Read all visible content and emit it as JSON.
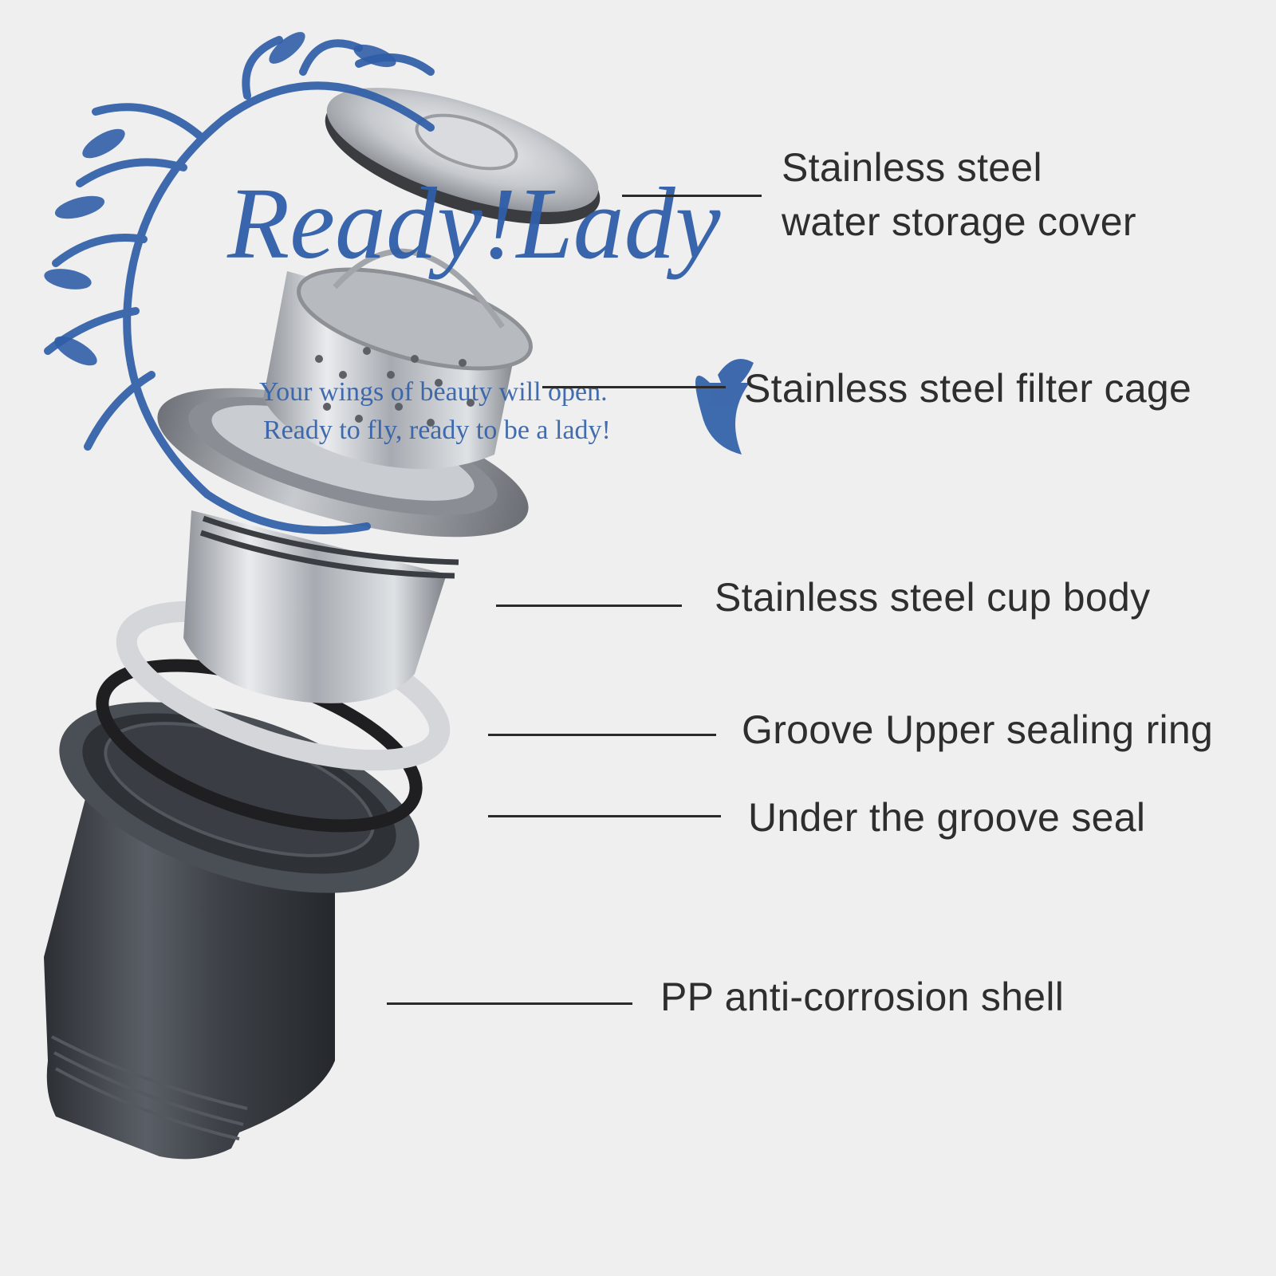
{
  "parts": [
    {
      "id": "cover",
      "lines": [
        "Stainless steel",
        "water storage cover"
      ]
    },
    {
      "id": "filter-cage",
      "lines": [
        "Stainless steel filter cage"
      ]
    },
    {
      "id": "cup-body",
      "lines": [
        "Stainless steel cup body"
      ]
    },
    {
      "id": "upper-seal",
      "lines": [
        "Groove Upper sealing ring"
      ]
    },
    {
      "id": "lower-seal",
      "lines": [
        "Under the groove seal"
      ]
    },
    {
      "id": "shell",
      "lines": [
        "PP anti-corrosion shell"
      ]
    }
  ],
  "watermark": {
    "brand": "Ready!Lady",
    "tagline_1": "Your wings of beauty will open.",
    "tagline_2": "Ready to fly, ready to be a lady!"
  },
  "colors": {
    "background": "#efefef",
    "label_text": "#2e2e2e",
    "watermark_blue": "#2f5ea8",
    "steel": "#b9bcc0",
    "pp_plastic": "#3d4147",
    "rubber_black": "#1f1f21"
  }
}
